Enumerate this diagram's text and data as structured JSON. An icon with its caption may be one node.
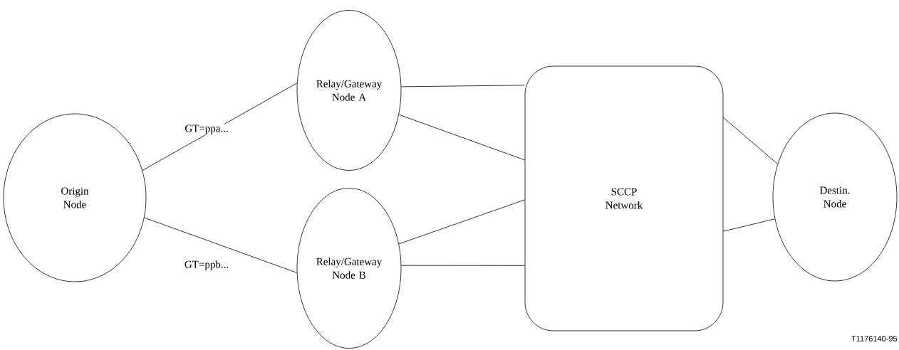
{
  "diagram": {
    "nodes": [
      {
        "text": [
          "Origin Node"
        ]
      },
      {
        "text": [
          "Relay/Gateway Node A"
        ]
      },
      {
        "text": [
          "Relay/Gateway Node B"
        ]
      },
      {
        "text": [
          "SCCP Network"
        ]
      },
      {
        "text": [
          "Destin. Node"
        ]
      }
    ],
    "edges": [
      {
        "from": 0,
        "to": 1,
        "arrow": "none",
        "label": "GT=ppa..."
      },
      {
        "from": 0,
        "to": 2,
        "arrow": "none",
        "label": "GT=ppb..."
      },
      {
        "from": 1,
        "to": 3,
        "arrow": "none"
      },
      {
        "from": 1,
        "to": 3,
        "arrow": "none"
      },
      {
        "from": 2,
        "to": 3,
        "arrow": "none"
      },
      {
        "from": 2,
        "to": 3,
        "arrow": "none"
      },
      {
        "from": 3,
        "to": 4,
        "arrow": "none"
      },
      {
        "from": 3,
        "to": 4,
        "arrow": "none"
      }
    ],
    "labels": [
      "T1176140-95"
    ]
  }
}
